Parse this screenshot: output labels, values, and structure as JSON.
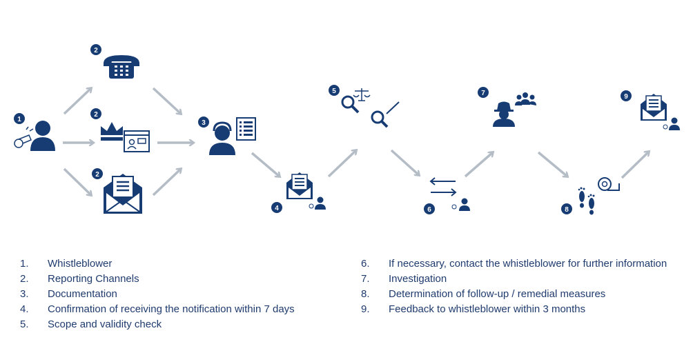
{
  "colors": {
    "navy": "#173c73",
    "arrow": "#b4bcc6",
    "text": "#1f3b6e"
  },
  "badges": [
    "1",
    "2",
    "2",
    "2",
    "3",
    "4",
    "5",
    "6",
    "7",
    "8",
    "9"
  ],
  "icons": [
    "person-whistle-icon",
    "telephone-icon",
    "crown-browser-icon",
    "envelope-icon",
    "support-agent-checklist-icon",
    "mail-confirmation-icon",
    "scales-magnifier-icon",
    "exchange-arrows-icon",
    "investigator-icon",
    "footprints-measure-icon",
    "feedback-mail-icon"
  ],
  "legend": {
    "left": [
      {
        "num": "1.",
        "text": "Whistleblower"
      },
      {
        "num": "2.",
        "text": "Reporting Channels"
      },
      {
        "num": "3.",
        "text": "Documentation"
      },
      {
        "num": "4.",
        "text": "Confirmation of receiving the notification within 7 days"
      },
      {
        "num": "5.",
        "text": "Scope and validity check"
      }
    ],
    "right": [
      {
        "num": "6.",
        "text": "If necessary, contact the whistleblower for further information"
      },
      {
        "num": "7.",
        "text": "Investigation"
      },
      {
        "num": "8.",
        "text": "Determination of follow-up / remedial measures"
      },
      {
        "num": "9.",
        "text": "Feedback to whistleblower within 3 months"
      }
    ]
  }
}
